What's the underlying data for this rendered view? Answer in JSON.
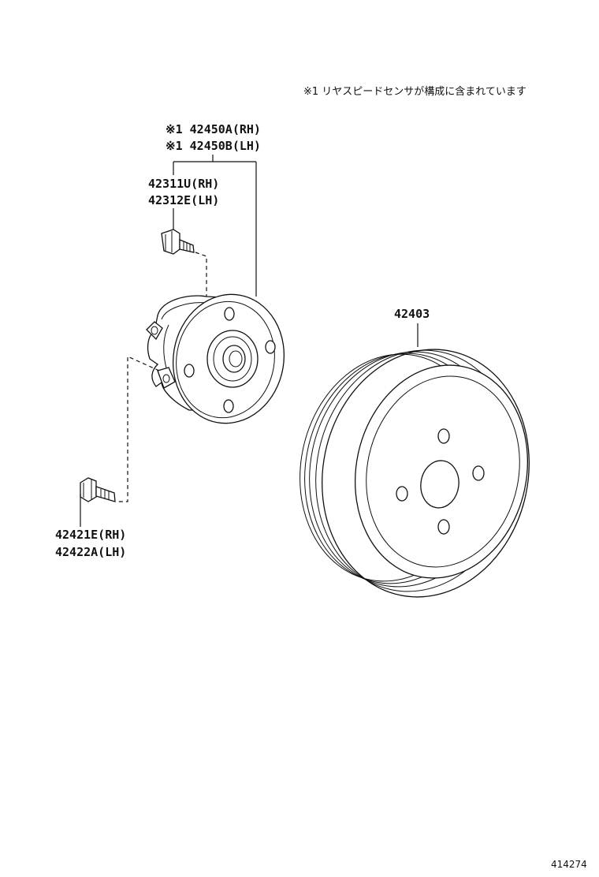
{
  "note": "※1 リヤスピードセンサが構成に含まれています",
  "labels": {
    "hub_assy_rh": "※1 42450A(RH)",
    "hub_assy_lh": "※1 42450B(LH)",
    "hub_bolt_rh": "42311U(RH)",
    "hub_bolt_lh": "42312E(LH)",
    "drum": "42403",
    "mount_bolt_rh": "42421E(RH)",
    "mount_bolt_lh": "42422A(LH)"
  },
  "figure_number": "414274"
}
